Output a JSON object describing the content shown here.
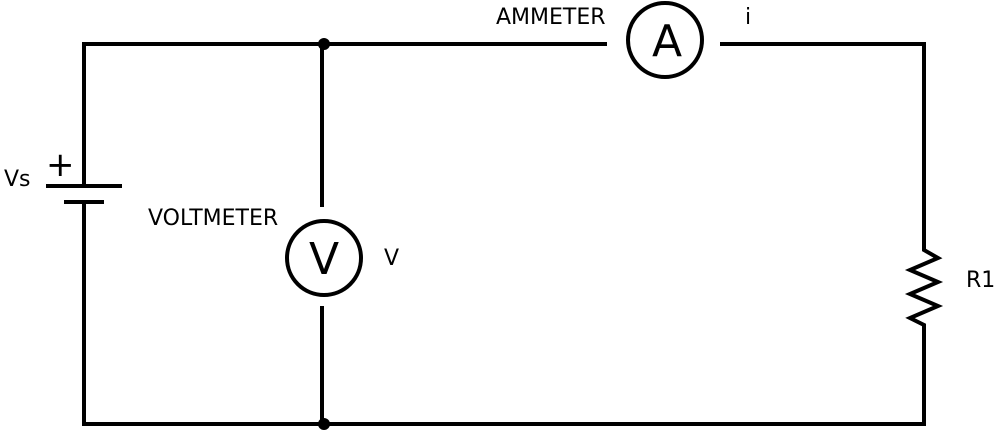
{
  "diagram": {
    "type": "electrical-circuit",
    "components": {
      "source": {
        "label": "Vs",
        "polarity": "+",
        "icon": "battery-icon"
      },
      "voltmeter": {
        "title": "VOLTMETER",
        "symbol": "V",
        "reading_label": "V",
        "icon": "voltmeter-icon"
      },
      "ammeter": {
        "title": "AMMETER",
        "symbol": "A",
        "current_label": "i",
        "icon": "ammeter-icon"
      },
      "resistor": {
        "label": "R1",
        "icon": "resistor-icon"
      }
    },
    "colors": {
      "stroke": "#000000",
      "background": "#ffffff"
    }
  }
}
